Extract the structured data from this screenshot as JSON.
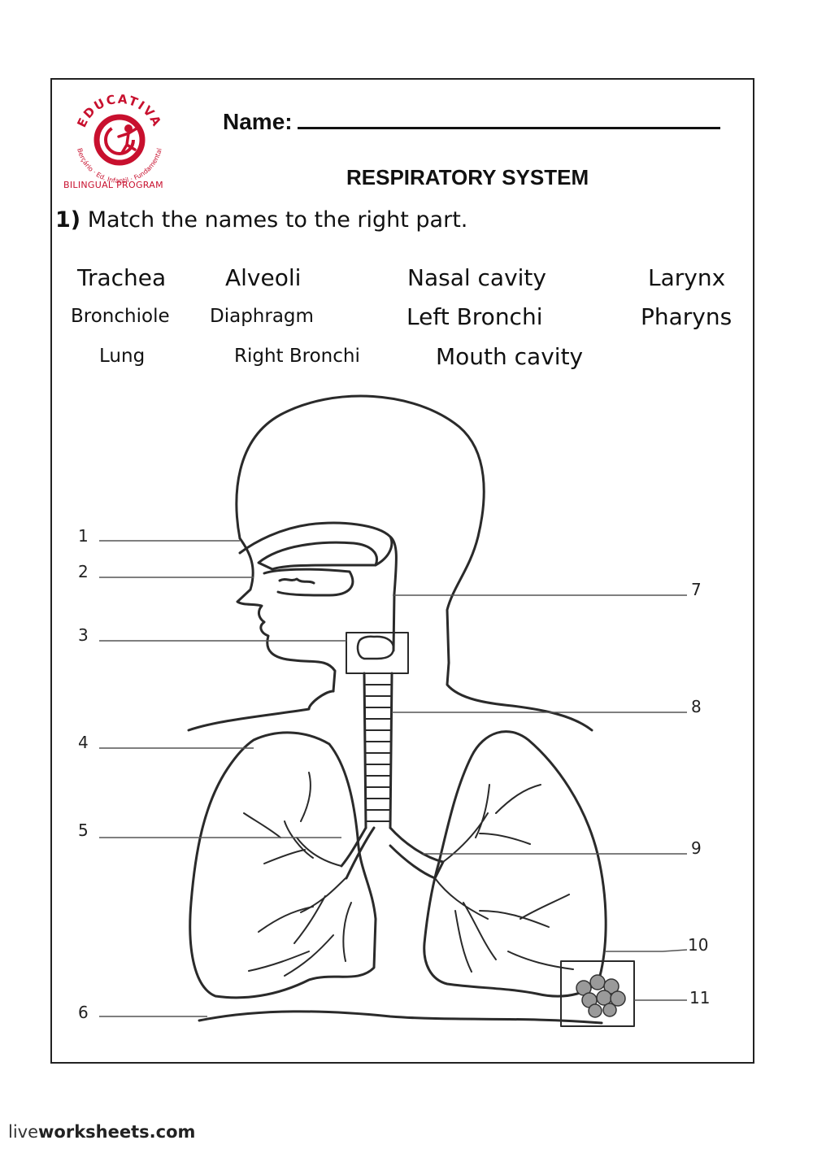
{
  "header": {
    "logo_text": "EDUCATIVA",
    "logo_subtext": "Berçário · Ed. Infantil · Fundamental",
    "logo_program": "BILINGUAL PROGRAM",
    "name_label": "Name:",
    "title": "RESPIRATORY SYSTEM"
  },
  "instruction": {
    "number": "1)",
    "text": "Match the names to the right part."
  },
  "word_bank": [
    "Trachea",
    "Alveoli",
    "Nasal cavity",
    "Larynx",
    "Bronchiole",
    "Diaphragm",
    "Left Bronchi",
    "Pharyns",
    "Lung",
    "Right Bronchi",
    "Mouth cavity"
  ],
  "diagram_labels": [
    "1",
    "2",
    "3",
    "4",
    "5",
    "6",
    "7",
    "8",
    "9",
    "10",
    "11"
  ],
  "footer": {
    "prefix": "live",
    "brand": "worksheets",
    "suffix": ".com"
  },
  "colors": {
    "logo_red": "#c8102e",
    "ink": "#111111"
  }
}
